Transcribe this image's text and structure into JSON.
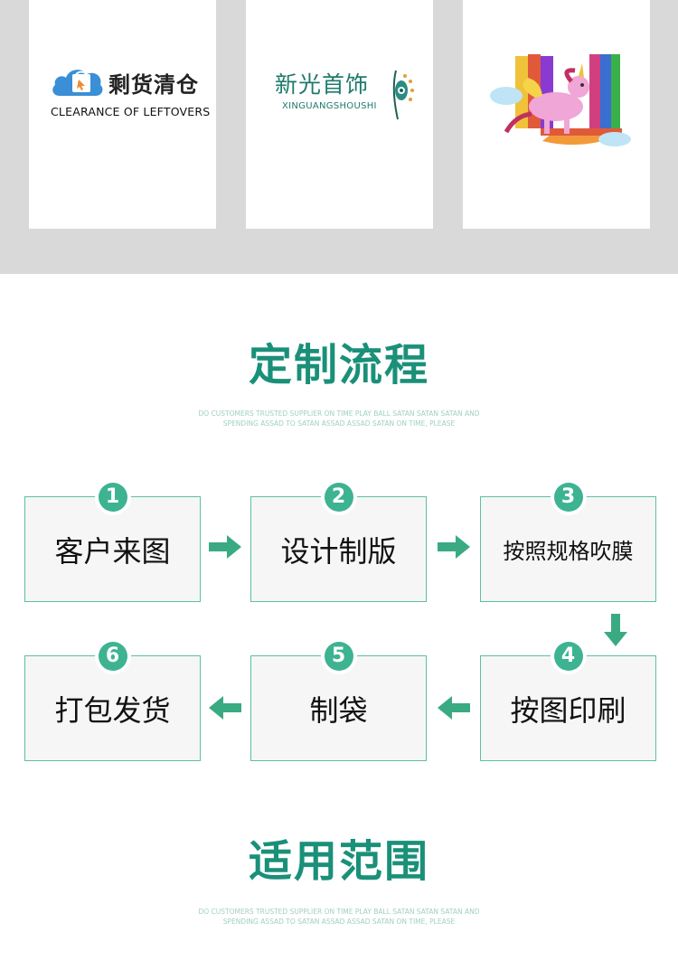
{
  "brands": {
    "brand1": {
      "name_cn": "剩货清仓",
      "name_en": "CLEARANCE OF LEFTOVERS"
    },
    "brand2": {
      "name_cn": "新光首饰",
      "name_en": "XINGUANGSHOUSHI"
    },
    "brand3": {
      "icon": "unicorn-rainbow-logo"
    }
  },
  "process_section": {
    "title": "定制流程",
    "subtitle_line1": "DO CUSTOMERS TRUSTED SUPPLIER ON TIME PLAY BALL SATAN SATAN SATAN AND",
    "subtitle_line2": "SPENDING ASSAD TO SATAN ASSAD ASSAD SATAN ON TIME, PLEASE",
    "steps": [
      {
        "num": "1",
        "label": "客户来图"
      },
      {
        "num": "2",
        "label": "设计制版"
      },
      {
        "num": "3",
        "label": "按照规格吹膜"
      },
      {
        "num": "4",
        "label": "按图印刷"
      },
      {
        "num": "5",
        "label": "制袋"
      },
      {
        "num": "6",
        "label": "打包发货"
      }
    ]
  },
  "scope_section": {
    "title": "适用范围",
    "subtitle_line1": "DO CUSTOMERS TRUSTED SUPPLIER ON TIME PLAY BALL SATAN SATAN SATAN AND",
    "subtitle_line2": "SPENDING ASSAD TO SATAN ASSAD ASSAD SATAN ON TIME, PLEASE"
  },
  "colors": {
    "accent": "#1a9079",
    "step_border": "#5cbfa4",
    "badge": "#3db392",
    "arrow": "#3aaa83"
  }
}
